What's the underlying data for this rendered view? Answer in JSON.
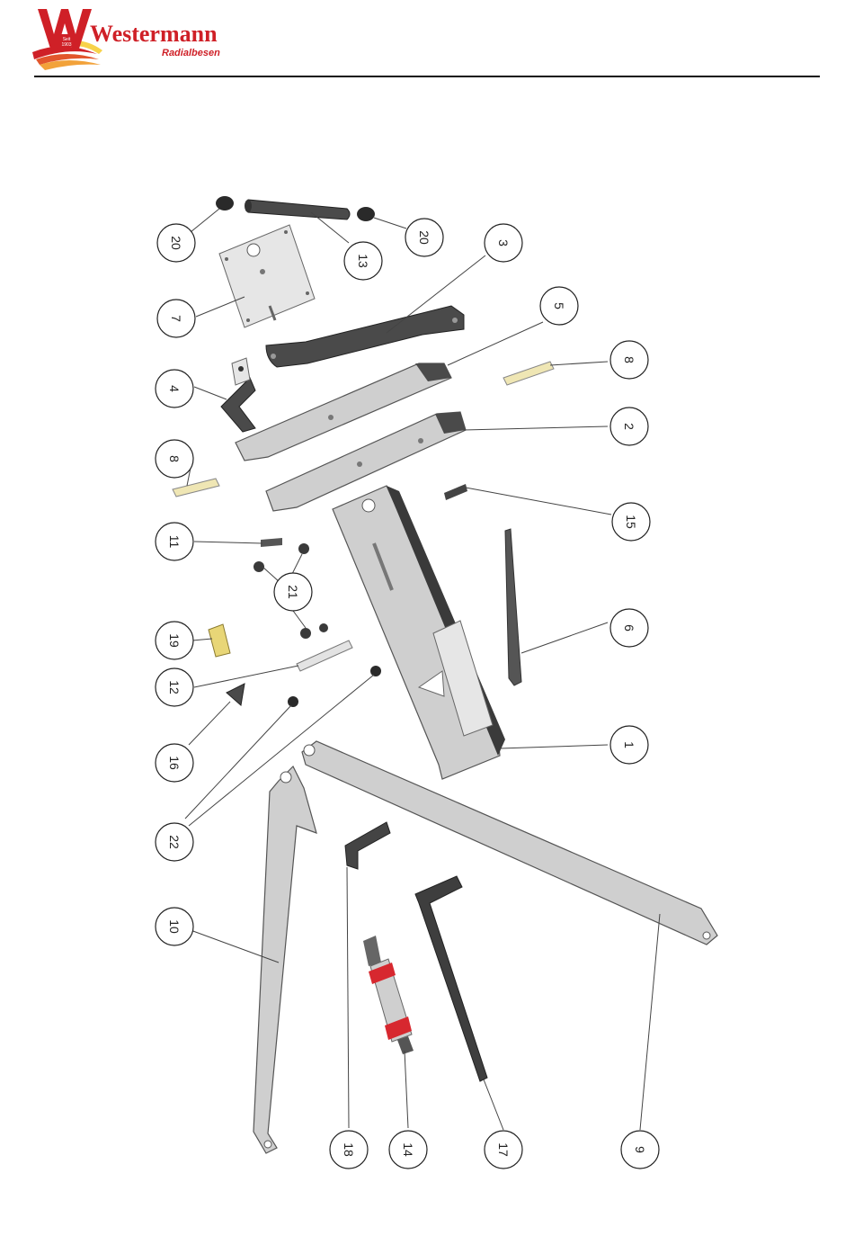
{
  "brand": {
    "name": "Westermann",
    "sub": "Radialbesen",
    "since_line1": "Seit",
    "since_line2": "1903",
    "colors": {
      "red": "#cf2027",
      "orange": "#f2a23a",
      "yellow": "#f7d24a"
    }
  },
  "callouts": [
    {
      "id": "c20a",
      "label": "20"
    },
    {
      "id": "c13",
      "label": "13"
    },
    {
      "id": "c20b",
      "label": "20"
    },
    {
      "id": "c3",
      "label": "3"
    },
    {
      "id": "c7",
      "label": "7"
    },
    {
      "id": "c5",
      "label": "5"
    },
    {
      "id": "c8a",
      "label": "8"
    },
    {
      "id": "c4",
      "label": "4"
    },
    {
      "id": "c2",
      "label": "2"
    },
    {
      "id": "c8b",
      "label": "8"
    },
    {
      "id": "c15",
      "label": "15"
    },
    {
      "id": "c11",
      "label": "11"
    },
    {
      "id": "c21",
      "label": "21"
    },
    {
      "id": "c6",
      "label": "6"
    },
    {
      "id": "c19",
      "label": "19"
    },
    {
      "id": "c12",
      "label": "12"
    },
    {
      "id": "c1",
      "label": "1"
    },
    {
      "id": "c16",
      "label": "16"
    },
    {
      "id": "c22",
      "label": "22"
    },
    {
      "id": "c10",
      "label": "10"
    },
    {
      "id": "c18",
      "label": "18"
    },
    {
      "id": "c14",
      "label": "14"
    },
    {
      "id": "c17",
      "label": "17"
    },
    {
      "id": "c9",
      "label": "9"
    }
  ]
}
